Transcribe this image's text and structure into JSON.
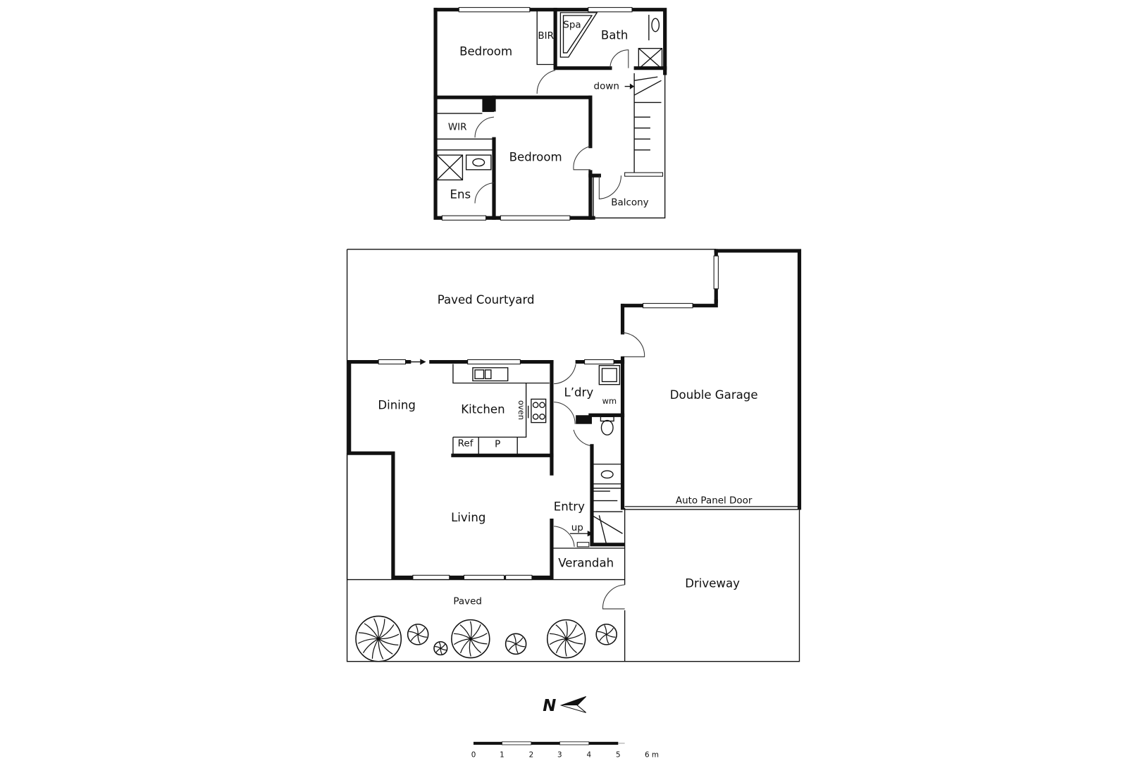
{
  "upper_floor": {
    "rooms": {
      "bedroom_1": "Bedroom",
      "bir": "BIR",
      "spa": "Spa",
      "bath": "Bath",
      "down": "down",
      "wir": "WIR",
      "bedroom_2": "Bedroom",
      "ens": "Ens",
      "balcony": "Balcony"
    }
  },
  "ground_floor": {
    "rooms": {
      "paved_courtyard": "Paved Courtyard",
      "dining": "Dining",
      "kitchen": "Kitchen",
      "oven": "oven",
      "ref": "Ref",
      "pantry": "P",
      "laundry": "L’dry",
      "wm": "wm",
      "double_garage": "Double Garage",
      "auto_panel_door": "Auto Panel Door",
      "entry": "Entry",
      "up": "up",
      "living": "Living",
      "verandah": "Verandah",
      "driveway": "Driveway",
      "paved": "Paved"
    }
  },
  "north_arrow": {
    "label": "N"
  },
  "scale_bar": {
    "ticks": [
      "0",
      "1",
      "2",
      "3",
      "4",
      "5",
      "6 m"
    ]
  }
}
